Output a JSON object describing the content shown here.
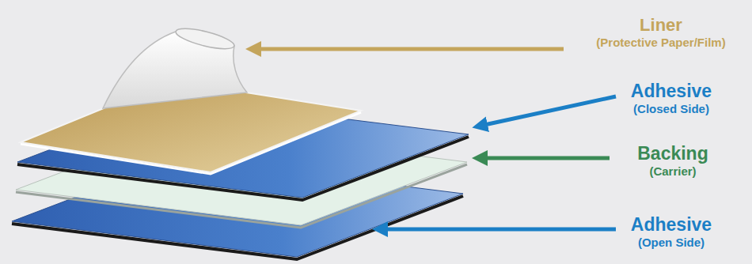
{
  "diagram": {
    "labels": [
      "Liner",
      "(Protective Paper/Film)",
      "Adhesive",
      "(Closed Side)",
      "Backing",
      "(Carrier)",
      "Adhesive",
      "(Open Side)"
    ]
  }
}
